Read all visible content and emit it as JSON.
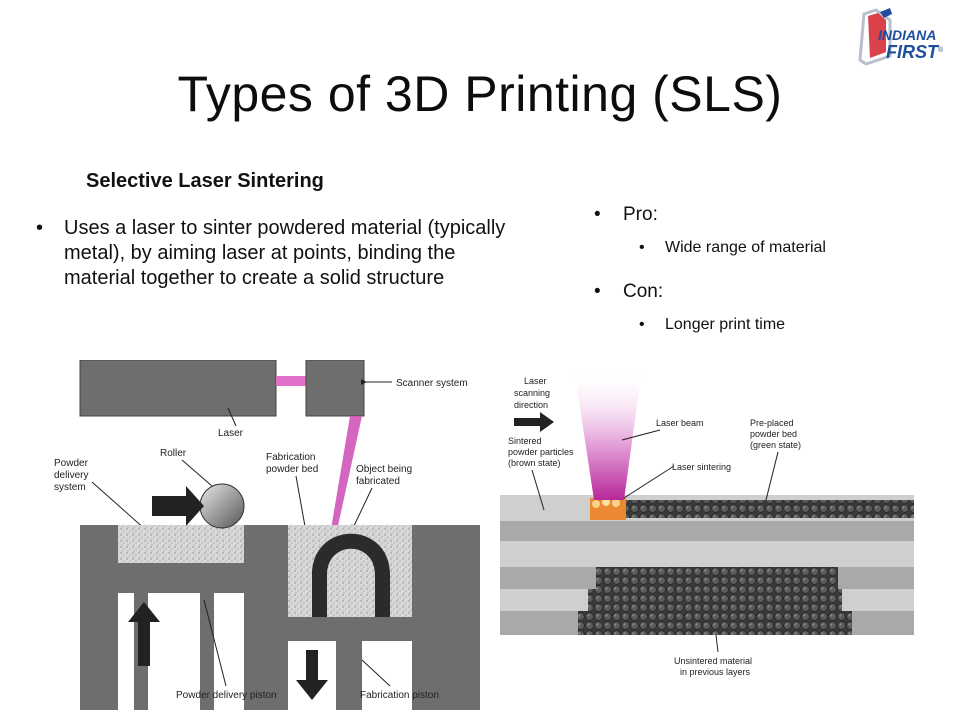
{
  "logo": {
    "line1": "INDIANA",
    "line2": "FIRST",
    "mark": "®"
  },
  "title": "Types of 3D Printing (SLS)",
  "subtitle": "Selective Laser Sintering",
  "left_bullets": [
    "Uses a laser to sinter powdered material (typically metal), by aiming laser at points, binding the material together to create a solid structure"
  ],
  "right_bullets": {
    "pro_label": "Pro:",
    "pro_items": [
      "Wide range of material"
    ],
    "con_label": "Con:",
    "con_items": [
      "Longer print time"
    ]
  },
  "diagram_left": {
    "scanner": "Scanner system",
    "laser": "Laser",
    "roller": "Roller",
    "fab_bed_1": "Fabrication",
    "fab_bed_2": "powder bed",
    "object_1": "Object being",
    "object_2": "fabricated",
    "powder_1": "Powder",
    "powder_2": "delivery",
    "powder_3": "system",
    "delivery_piston": "Powder delivery piston",
    "fab_piston": "Fabrication piston"
  },
  "diagram_right": {
    "dir_1": "Laser",
    "dir_2": "scanning",
    "dir_3": "direction",
    "beam": "Laser beam",
    "preplaced_1": "Pre-placed",
    "preplaced_2": "powder bed",
    "preplaced_3": "(green state)",
    "sintered_1": "Sintered",
    "sintered_2": "powder particles",
    "sintered_3": "(brown state)",
    "sintering": "Laser sintering",
    "unsintered_1": "Unsintered material",
    "unsintered_2": "in previous layers"
  },
  "colors": {
    "logo_blue": "#1f4e9c",
    "logo_red": "#d4202a",
    "laser_magenta": "#c03aa8",
    "sinter_orange": "#f08020",
    "steel_gray": "#6e6e6e"
  }
}
